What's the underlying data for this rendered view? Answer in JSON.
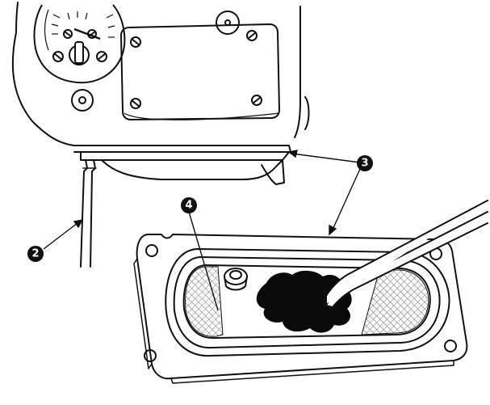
{
  "figure": {
    "description_free": true,
    "callouts": [
      {
        "id": "callout-2",
        "label": "2"
      },
      {
        "id": "callout-3",
        "label": "3"
      },
      {
        "id": "callout-4",
        "label": "4"
      }
    ],
    "colors": {
      "line": "#111111",
      "background": "#ffffff",
      "mesh": "#777777",
      "residue": "#0a0a0a"
    }
  }
}
